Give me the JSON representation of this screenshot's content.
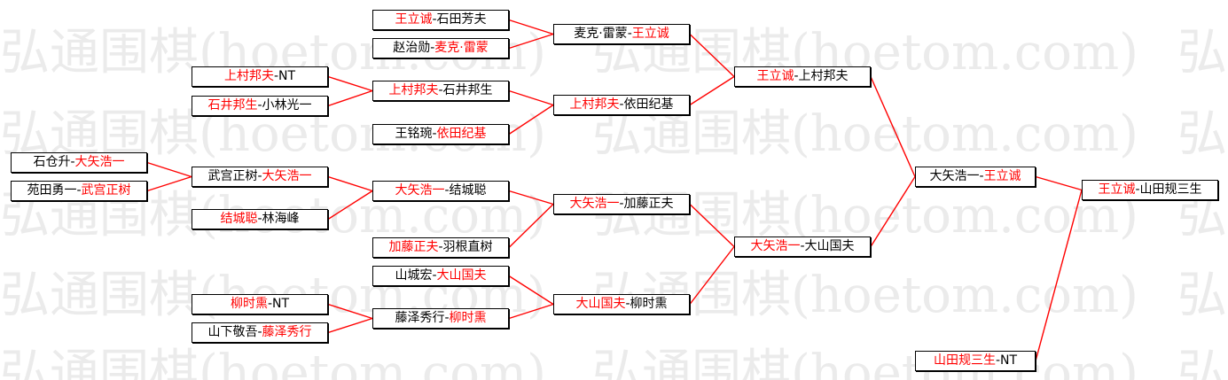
{
  "watermark": "弘通围棋(hoetom.com)",
  "separator": "-",
  "colors": {
    "winner": "#ff0000",
    "line": "#ff0000",
    "watermark": "#ebebeb",
    "text": "#000000"
  },
  "rounds": [
    {
      "matches": [
        {
          "p1": "石仓升",
          "p2": "大矢浩一",
          "winner": 2
        },
        {
          "p1": "苑田勇一",
          "p2": "武宫正树",
          "winner": 2
        }
      ]
    },
    {
      "matches": [
        {
          "p1": "上村邦夫",
          "p2": "NT",
          "winner": 1
        },
        {
          "p1": "石井邦生",
          "p2": "小林光一",
          "winner": 1
        },
        {
          "p1": "武宫正树",
          "p2": "大矢浩一",
          "winner": 2
        },
        {
          "p1": "结城聪",
          "p2": "林海峰",
          "winner": 1
        },
        {
          "p1": "柳时熏",
          "p2": "NT",
          "winner": 1
        },
        {
          "p1": "山下敬吾",
          "p2": "藤泽秀行",
          "winner": 2
        }
      ]
    },
    {
      "matches": [
        {
          "p1": "王立诚",
          "p2": "石田芳夫",
          "winner": 1
        },
        {
          "p1": "赵治勋",
          "p2": "麦克·雷蒙",
          "winner": 2
        },
        {
          "p1": "上村邦夫",
          "p2": "石井邦生",
          "winner": 1
        },
        {
          "p1": "王铭琬",
          "p2": "依田纪基",
          "winner": 2
        },
        {
          "p1": "大矢浩一",
          "p2": "结城聪",
          "winner": 1
        },
        {
          "p1": "加藤正夫",
          "p2": "羽根直树",
          "winner": 1
        },
        {
          "p1": "山城宏",
          "p2": "大山国夫",
          "winner": 2
        },
        {
          "p1": "藤泽秀行",
          "p2": "柳时熏",
          "winner": 2
        }
      ]
    },
    {
      "matches": [
        {
          "p1": "麦克·雷蒙",
          "p2": "王立诚",
          "winner": 2
        },
        {
          "p1": "上村邦夫",
          "p2": "依田纪基",
          "winner": 1
        },
        {
          "p1": "大矢浩一",
          "p2": "加藤正夫",
          "winner": 1
        },
        {
          "p1": "大山国夫",
          "p2": "柳时熏",
          "winner": 1
        }
      ]
    },
    {
      "matches": [
        {
          "p1": "王立诚",
          "p2": "上村邦夫",
          "winner": 1
        },
        {
          "p1": "大矢浩一",
          "p2": "大山国夫",
          "winner": 1
        }
      ]
    },
    {
      "matches": [
        {
          "p1": "大矢浩一",
          "p2": "王立诚",
          "winner": 2
        },
        {
          "p1": "山田规三生",
          "p2": "NT",
          "winner": 1
        }
      ]
    },
    {
      "matches": [
        {
          "p1": "王立诚",
          "p2": "山田规三生",
          "winner": 1
        }
      ]
    }
  ]
}
